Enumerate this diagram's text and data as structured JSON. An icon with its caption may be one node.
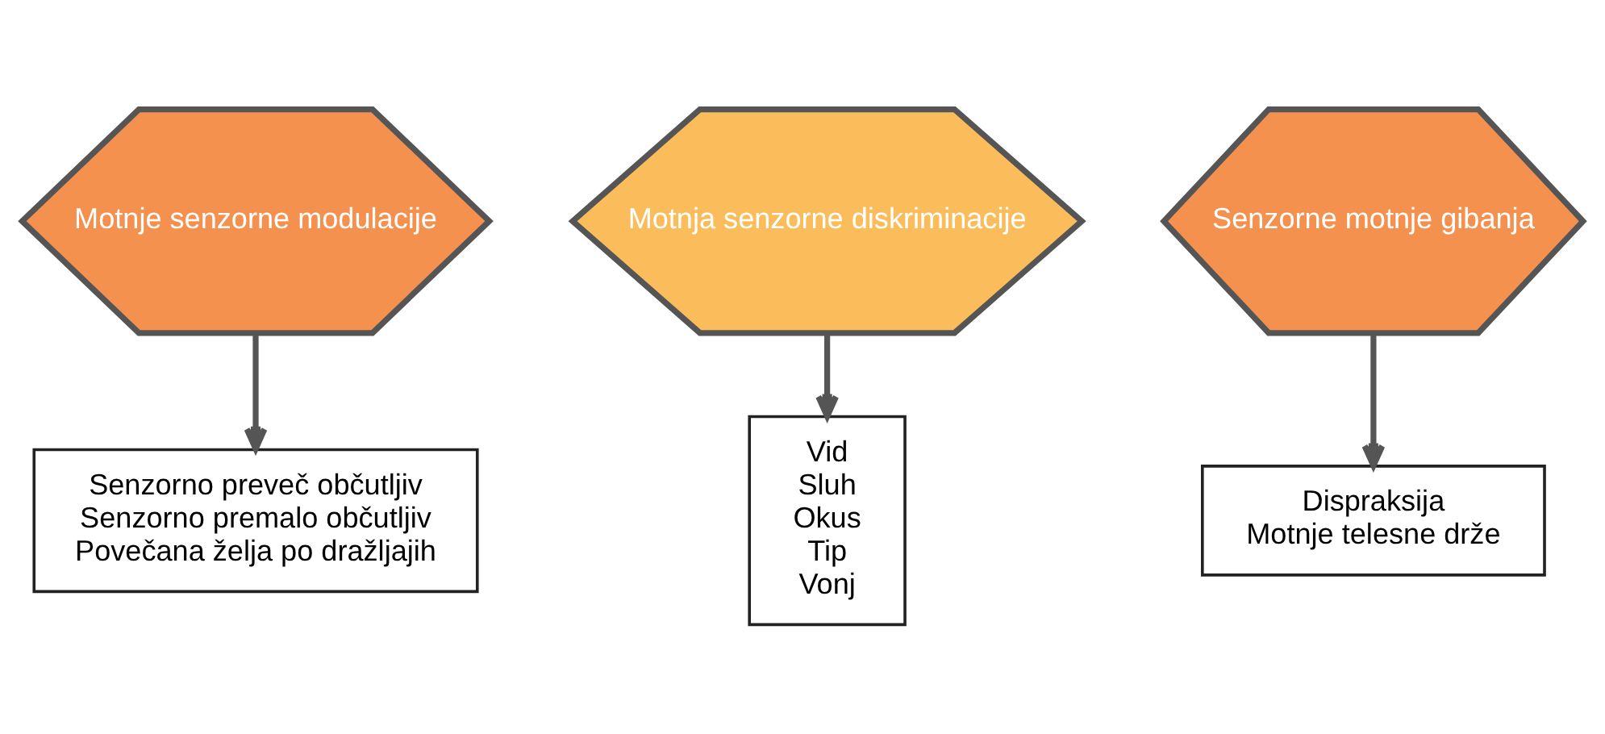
{
  "diagram": {
    "nodes": [
      {
        "text": [
          "Motnje senzorne modulacije"
        ]
      },
      {
        "text": [
          "Motnja senzorne diskriminacije"
        ]
      },
      {
        "text": [
          "Senzorne motnje gibanja"
        ]
      },
      {
        "text": [
          "Senzorno preveč občutljiv",
          "Senzorno premalo občutljiv",
          "Povečana želja po dražljajih"
        ]
      },
      {
        "text": [
          "Vid",
          "Sluh",
          "Okus",
          "Tip",
          "Vonj"
        ]
      },
      {
        "text": [
          "Dispraksija",
          "Motnje telesne drže"
        ]
      }
    ],
    "edges": [
      {
        "from": 0,
        "to": 3,
        "arrow": "to"
      },
      {
        "from": 1,
        "to": 4,
        "arrow": "to"
      },
      {
        "from": 2,
        "to": 5,
        "arrow": "to"
      }
    ]
  }
}
